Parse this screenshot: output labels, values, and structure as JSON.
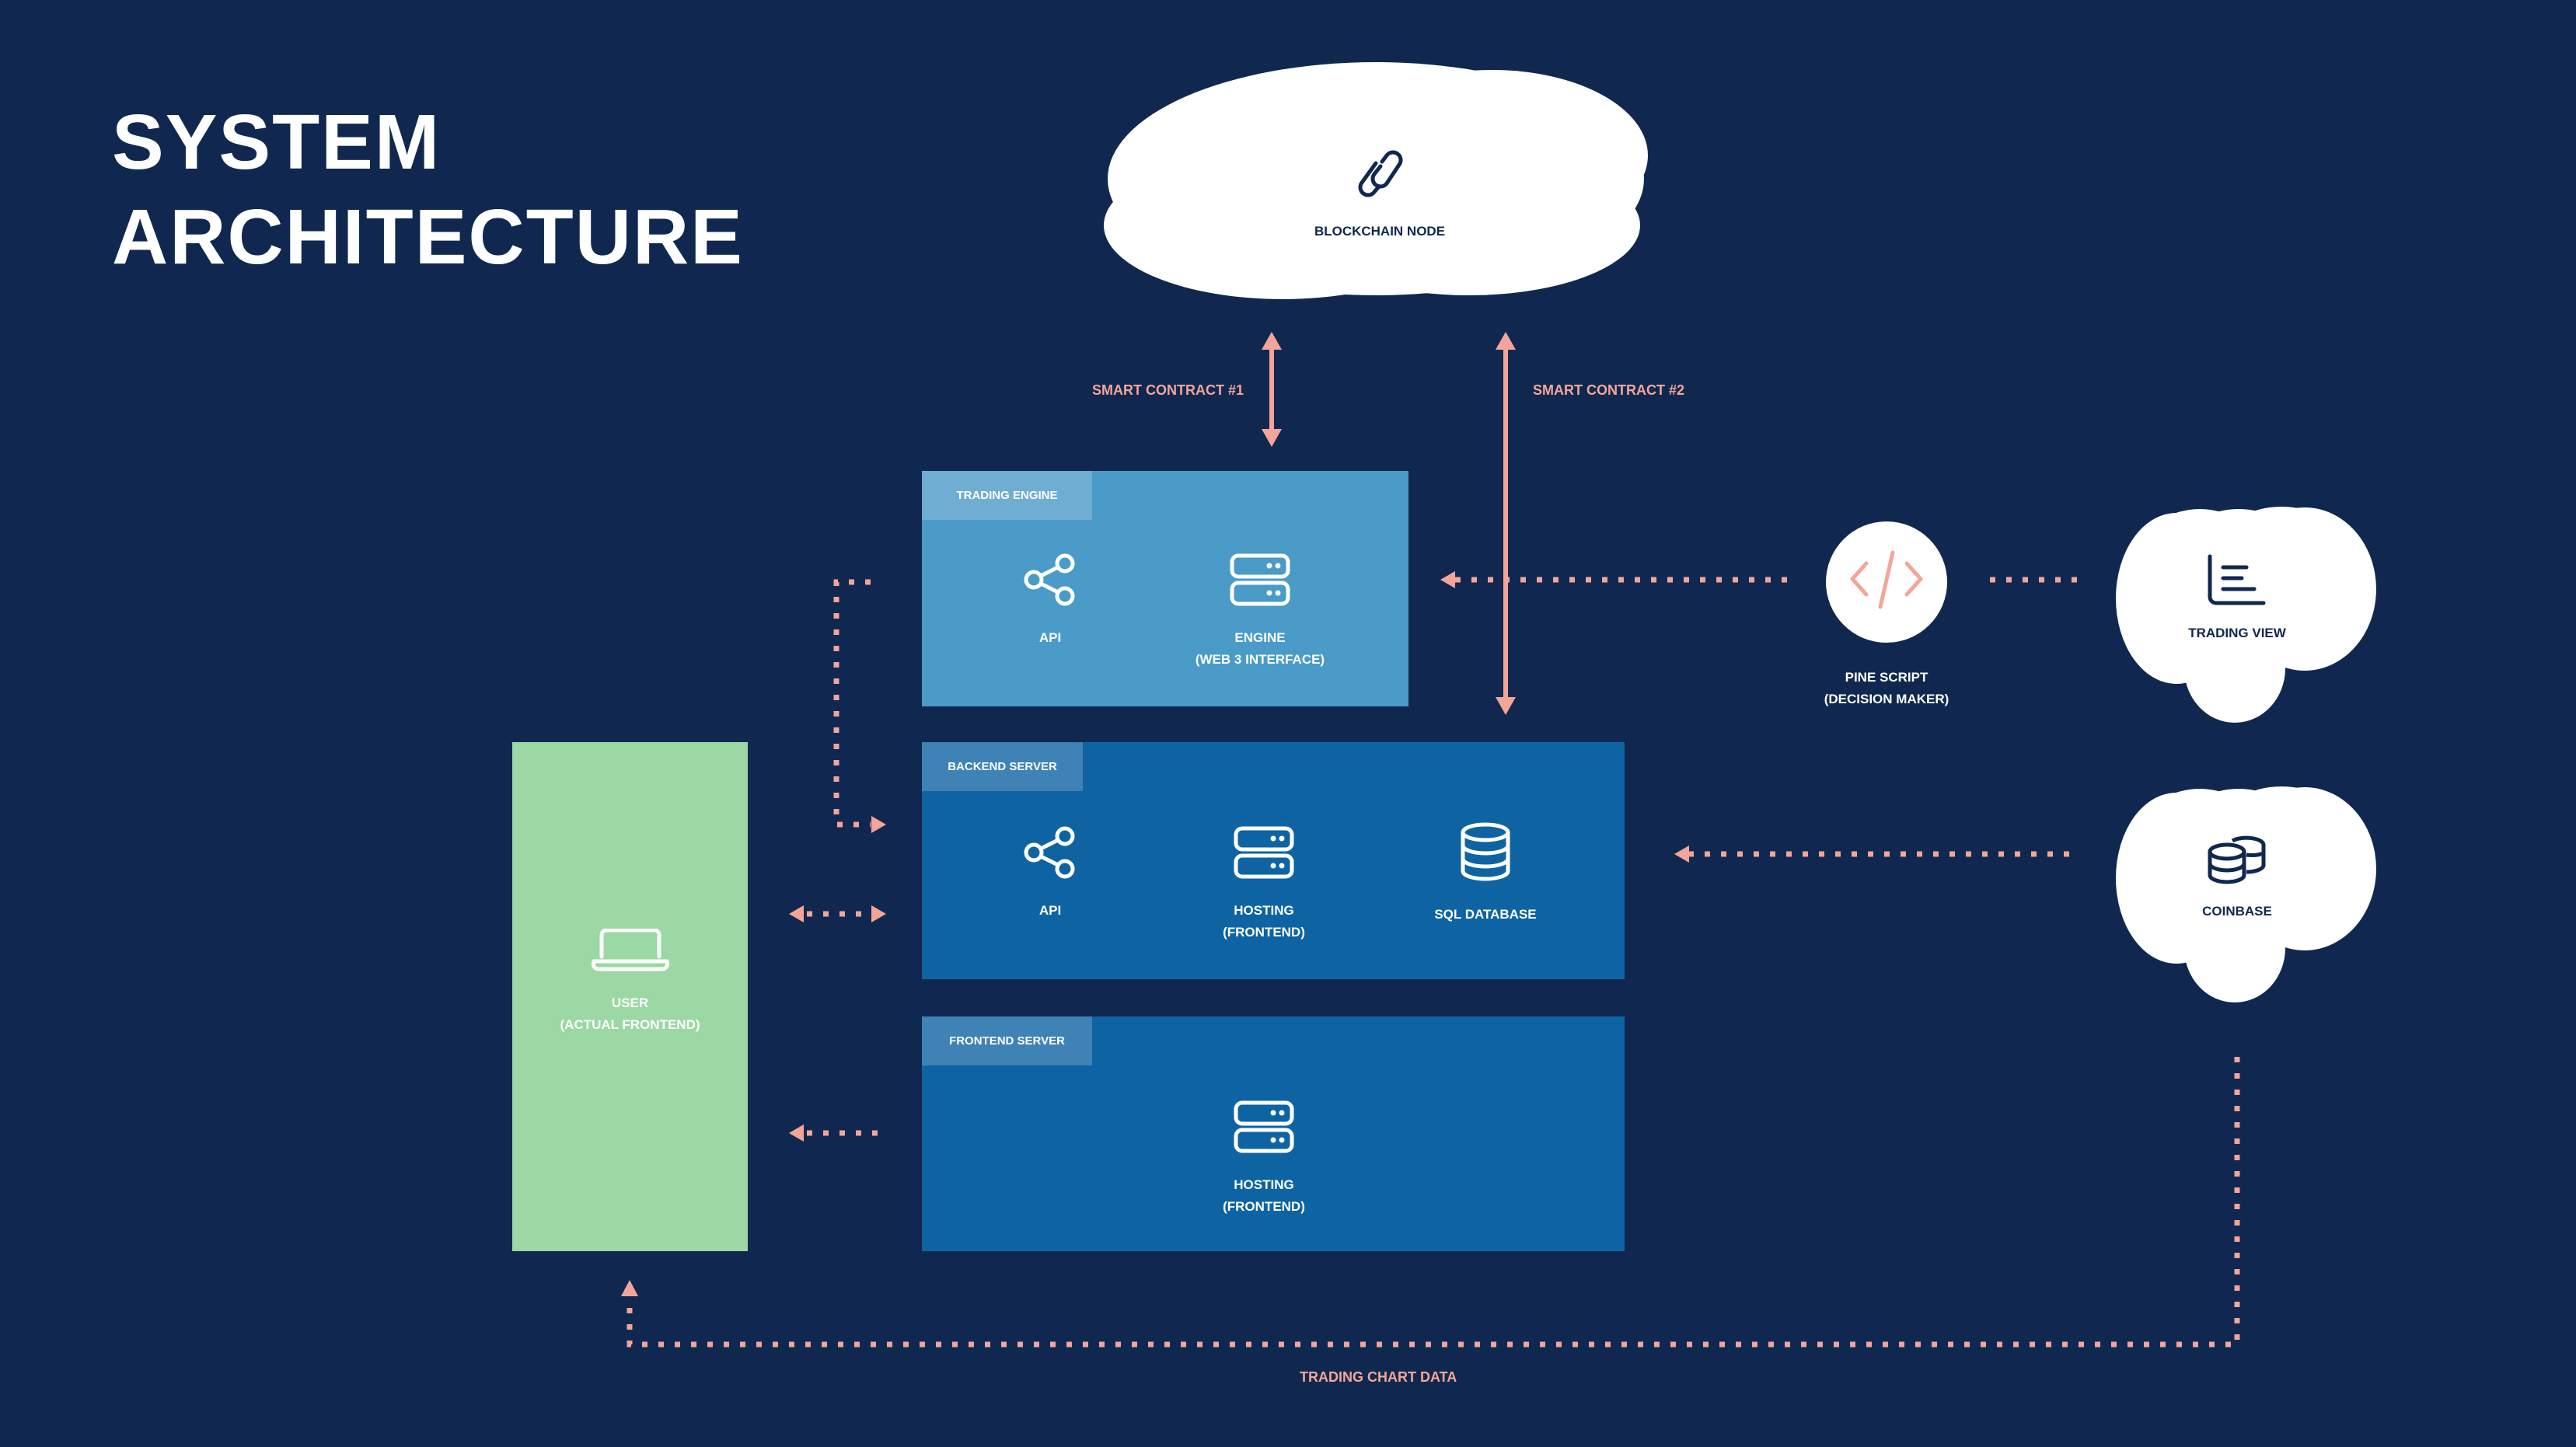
{
  "title": {
    "line1": "SYSTEM",
    "line2": "ARCHITECTURE"
  },
  "colors": {
    "background": "#10284f",
    "trading_engine": "#4a9bc7",
    "trading_engine_tab": "#6fadd3",
    "server": "#0e64a3",
    "server_tab": "#3f82b5",
    "user": "#9bd8a3",
    "connector": "#f4a59a",
    "cloud": "#ffffff"
  },
  "blockchain": {
    "label": "BLOCKCHAIN NODE",
    "icon": "link-icon"
  },
  "connections": {
    "smart_contract_1": "SMART CONTRACT #1",
    "smart_contract_2": "SMART CONTRACT #2",
    "trading_chart_data": "TRADING CHART DATA"
  },
  "trading_engine": {
    "title": "TRADING ENGINE",
    "items": [
      {
        "icon": "share-icon",
        "line1": "API",
        "line2": ""
      },
      {
        "icon": "server-icon",
        "line1": "ENGINE",
        "line2": "(WEB 3 INTERFACE)"
      }
    ]
  },
  "backend_server": {
    "title": "BACKEND SERVER",
    "items": [
      {
        "icon": "share-icon",
        "line1": "API",
        "line2": ""
      },
      {
        "icon": "server-icon",
        "line1": "HOSTING",
        "line2": "(FRONTEND)"
      },
      {
        "icon": "database-icon",
        "line1": "SQL DATABASE",
        "line2": ""
      }
    ]
  },
  "frontend_server": {
    "title": "FRONTEND SERVER",
    "items": [
      {
        "icon": "server-icon",
        "line1": "HOSTING",
        "line2": "(FRONTEND)"
      }
    ]
  },
  "user": {
    "line1": "USER",
    "line2": "(ACTUAL FRONTEND)",
    "icon": "laptop-icon"
  },
  "pine_script": {
    "line1": "PINE SCRIPT",
    "line2": "(DECISION MAKER)",
    "icon": "code-icon"
  },
  "trading_view": {
    "label": "TRADING VIEW",
    "icon": "chart-icon"
  },
  "coinbase": {
    "label": "COINBASE",
    "icon": "coins-icon"
  }
}
